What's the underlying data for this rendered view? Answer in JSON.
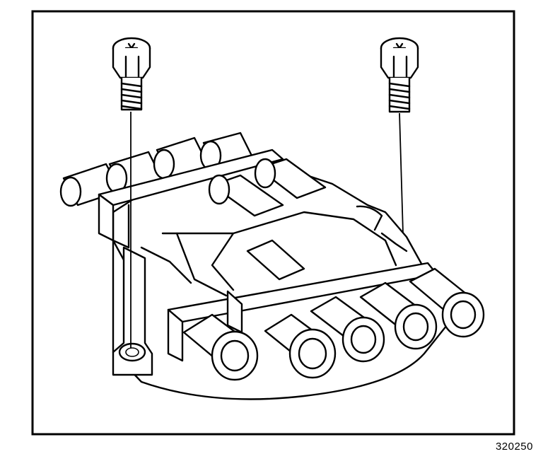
{
  "figure": {
    "id_label": "320250"
  },
  "colors": {
    "ink": "#000000",
    "paper": "#ffffff"
  },
  "parts": {
    "screws": 2,
    "front_towers": 5,
    "rear_towers": 4
  }
}
